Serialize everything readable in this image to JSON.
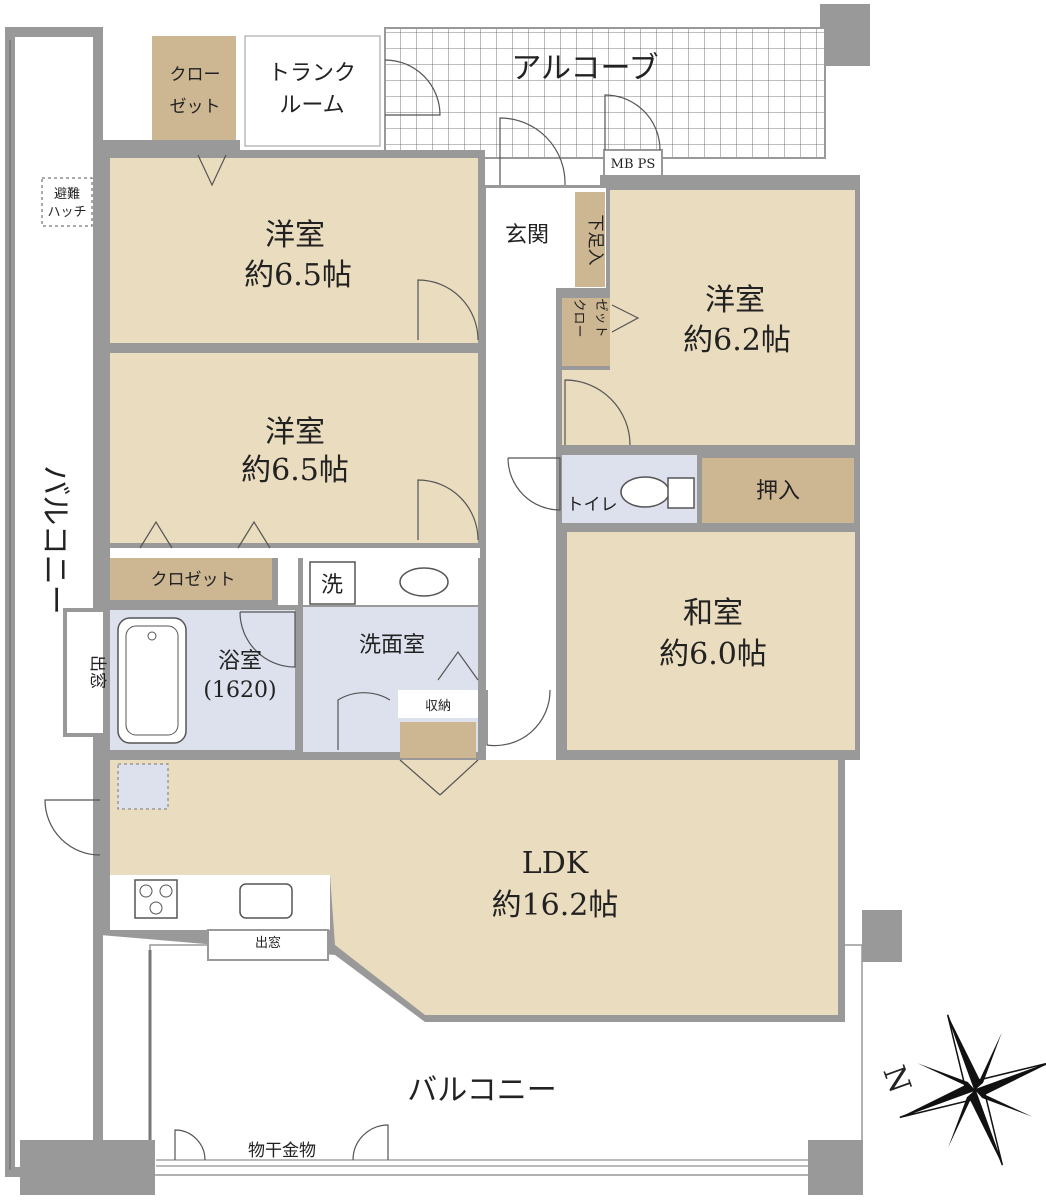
{
  "rooms": {
    "western_1": {
      "name": "洋室",
      "size": "約6.5帖"
    },
    "western_2": {
      "name": "洋室",
      "size": "約6.5帖"
    },
    "western_3": {
      "name": "洋室",
      "size": "約6.2帖"
    },
    "japanese": {
      "name": "和室",
      "size": "約6.0帖"
    },
    "ldk": {
      "name": "LDK",
      "size": "約16.2帖"
    },
    "bath": {
      "name": "浴室",
      "size": "(1620)"
    },
    "washroom": {
      "name": "洗面室"
    },
    "toilet": {
      "name": "トイレ"
    },
    "entrance": {
      "name": "玄関"
    }
  },
  "storage": {
    "closet_top_1": "クロー",
    "closet_top_2": "ゼット",
    "trunk_1": "トランク",
    "trunk_2": "ルーム",
    "closet_mid": "クロゼット",
    "closet_small_1": "クロー",
    "closet_small_2": "ゼット",
    "shoe_box": "下足入",
    "oshiire": "押入",
    "shuno": "収納",
    "washer": "洗"
  },
  "exterior": {
    "alcove": "アルコーブ",
    "balcony_side": "バルコニー",
    "balcony_bottom": "バルコニー",
    "bay_window_left": "出窓",
    "bay_window_kitchen": "出窓",
    "evac_hatch_1": "避難",
    "evac_hatch_2": "ハッチ",
    "mbps": "MB PS",
    "laundry_rail": "物干金物"
  },
  "compass": {
    "north_label": "N"
  },
  "colors": {
    "room_fill": "#eadcbe",
    "storage_fill": "#cdb692",
    "wet_fill": "#dde1ee",
    "wall": "#999999",
    "corridor": "#ffffff"
  }
}
